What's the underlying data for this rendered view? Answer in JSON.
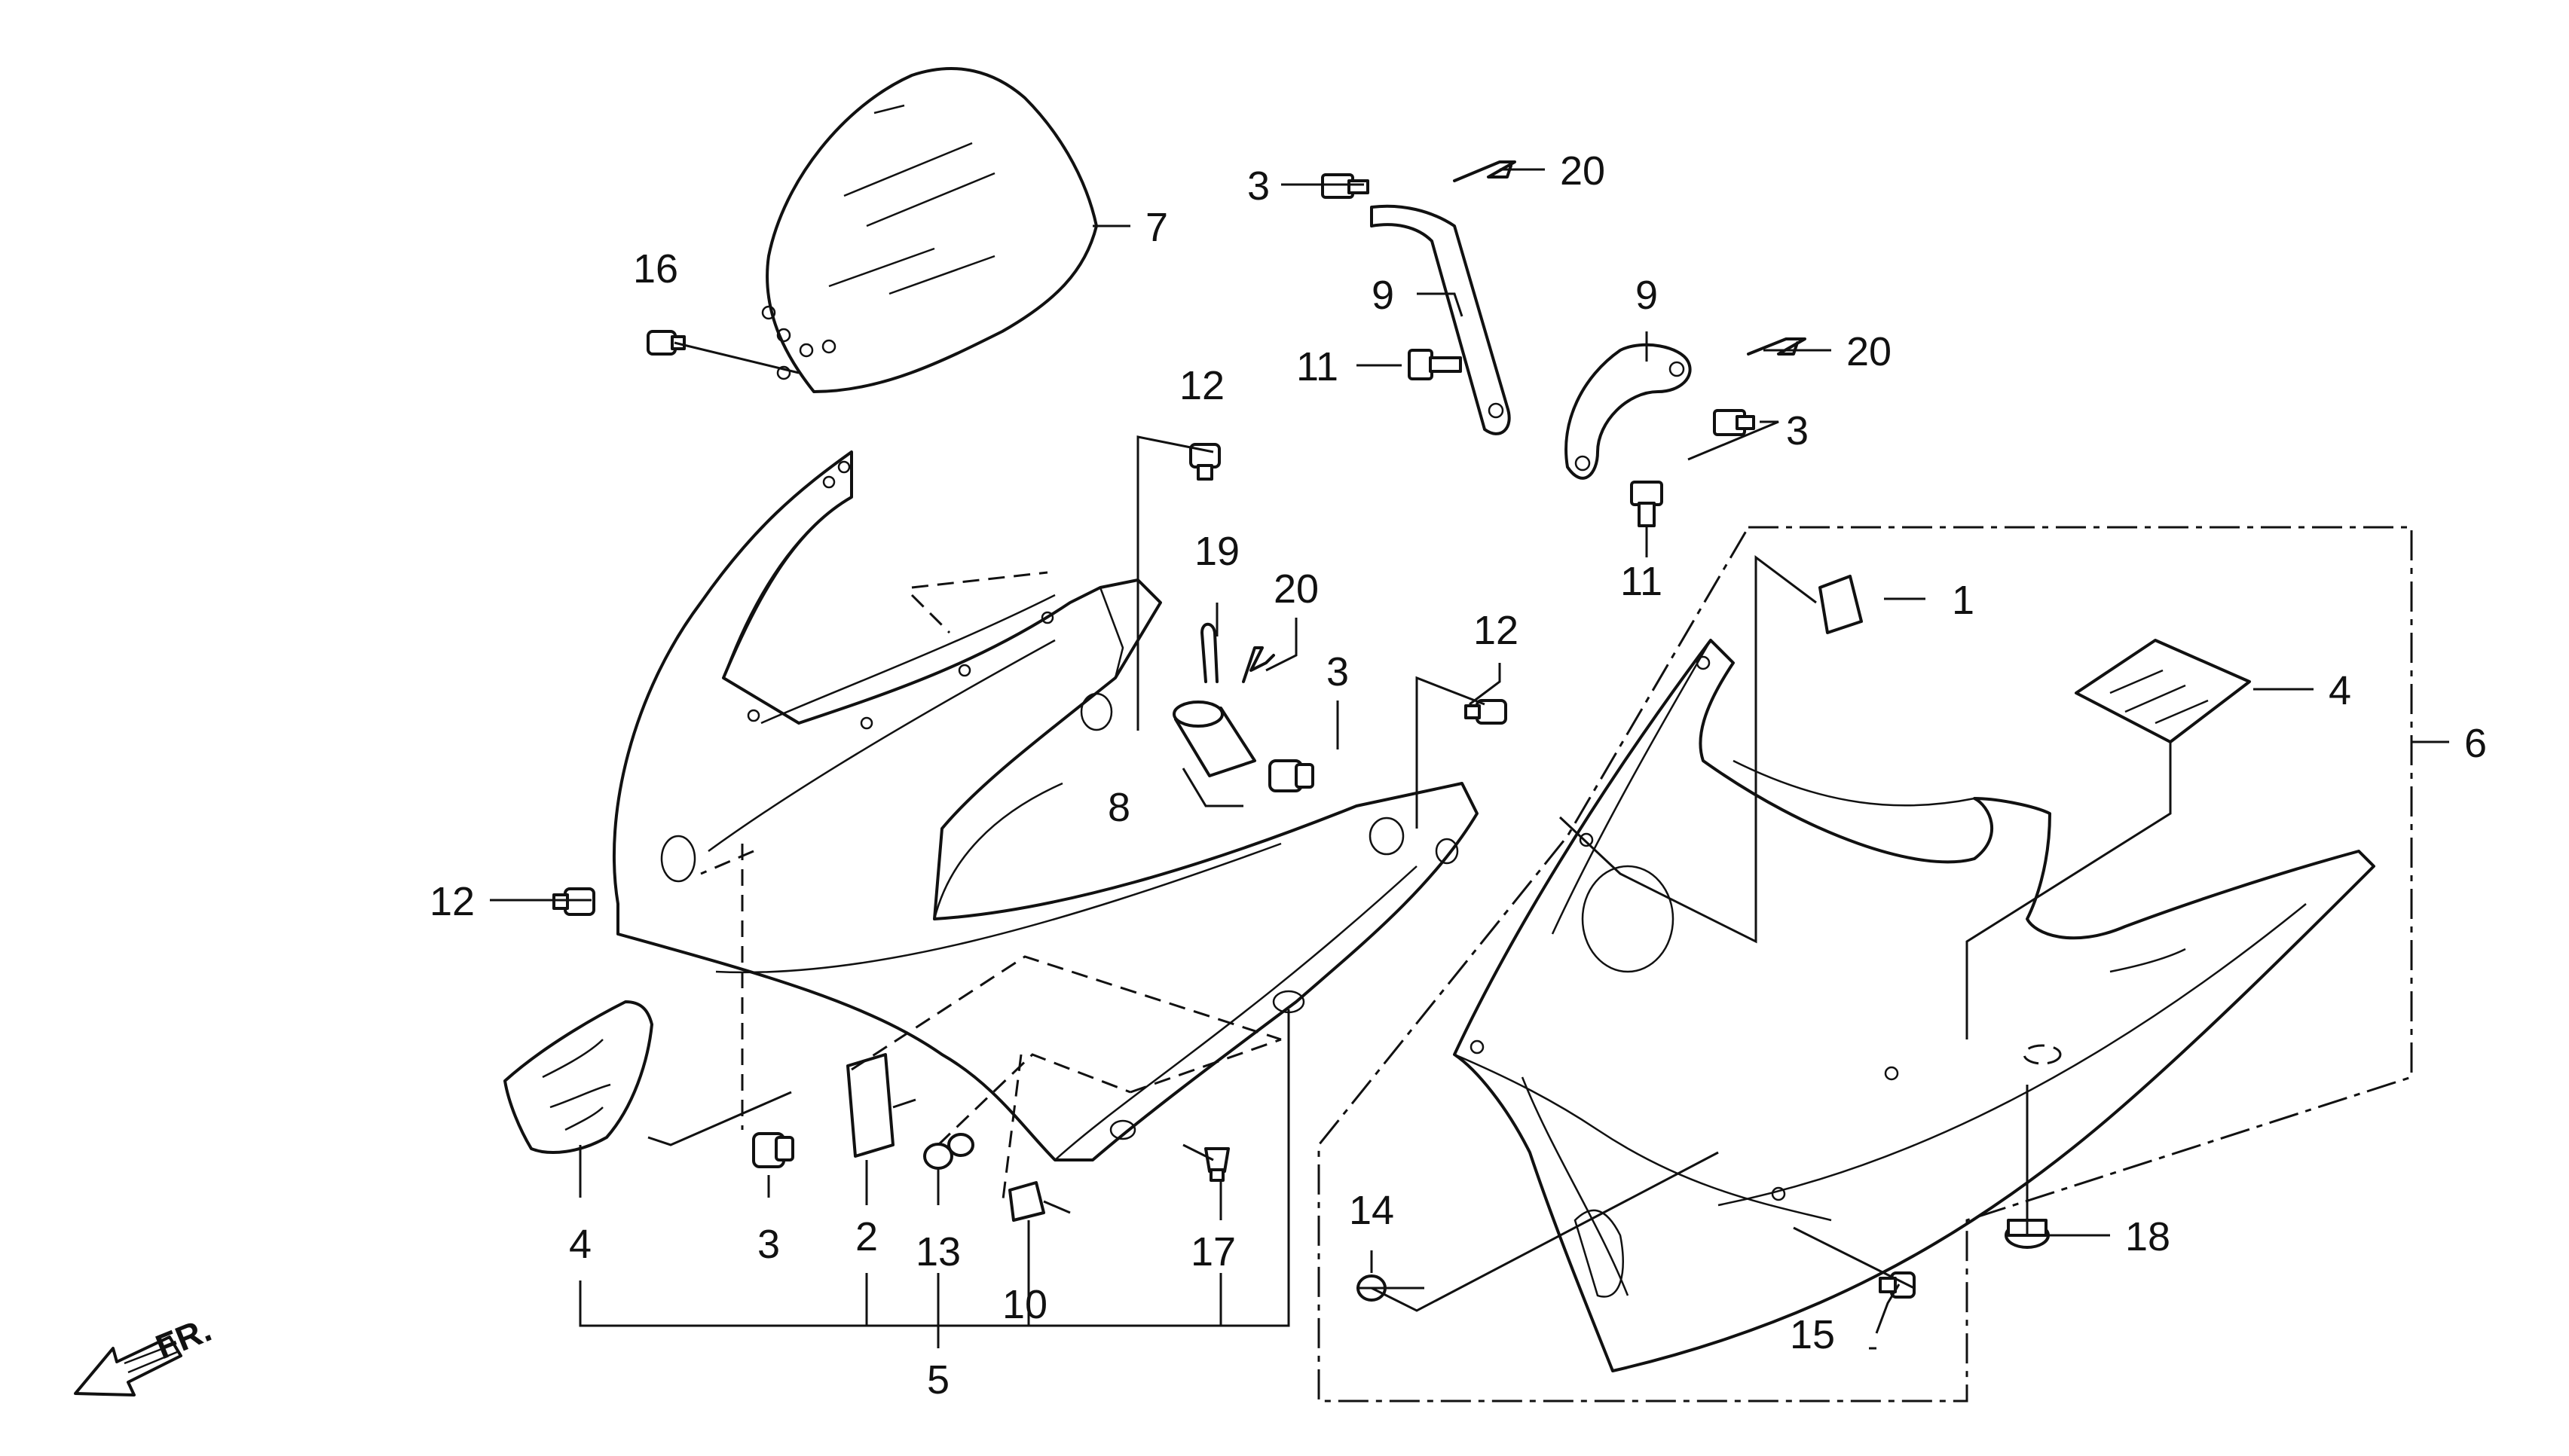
{
  "diagram": {
    "callouts": [
      {
        "id": "c1",
        "text": "1"
      },
      {
        "id": "c2",
        "text": "2"
      },
      {
        "id": "c3a",
        "text": "3"
      },
      {
        "id": "c3b",
        "text": "3"
      },
      {
        "id": "c3c",
        "text": "3"
      },
      {
        "id": "c3d",
        "text": "3"
      },
      {
        "id": "c4a",
        "text": "4"
      },
      {
        "id": "c4b",
        "text": "4"
      },
      {
        "id": "c5",
        "text": "5"
      },
      {
        "id": "c6",
        "text": "6"
      },
      {
        "id": "c7",
        "text": "7"
      },
      {
        "id": "c8",
        "text": "8"
      },
      {
        "id": "c9a",
        "text": "9"
      },
      {
        "id": "c9b",
        "text": "9"
      },
      {
        "id": "c10",
        "text": "10"
      },
      {
        "id": "c11a",
        "text": "11"
      },
      {
        "id": "c11b",
        "text": "11"
      },
      {
        "id": "c12a",
        "text": "12"
      },
      {
        "id": "c12b",
        "text": "12"
      },
      {
        "id": "c12c",
        "text": "12"
      },
      {
        "id": "c13",
        "text": "13"
      },
      {
        "id": "c14",
        "text": "14"
      },
      {
        "id": "c15",
        "text": "15"
      },
      {
        "id": "c16",
        "text": "16"
      },
      {
        "id": "c17",
        "text": "17"
      },
      {
        "id": "c18",
        "text": "18"
      },
      {
        "id": "c19",
        "text": "19"
      },
      {
        "id": "c20a",
        "text": "20"
      },
      {
        "id": "c20b",
        "text": "20"
      },
      {
        "id": "c20c",
        "text": "20"
      }
    ],
    "direction_indicator": {
      "text": "FR."
    },
    "colors": {
      "ink": "#111111",
      "paper": "#ffffff"
    }
  }
}
